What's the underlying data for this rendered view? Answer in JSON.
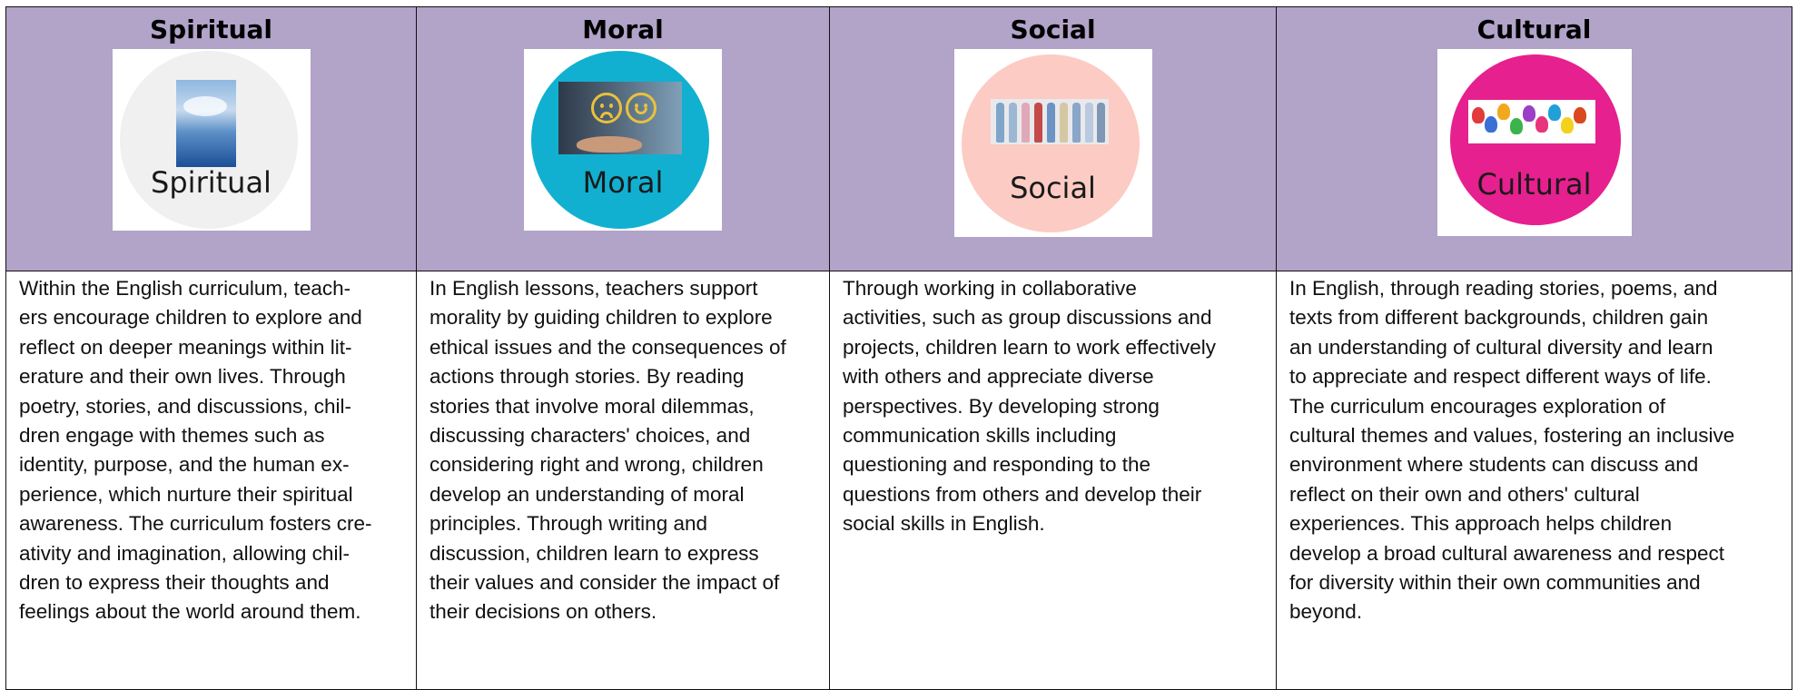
{
  "columns": [
    {
      "title": "Spiritual",
      "badge_label": "Spiritual",
      "badge_color": "#f0f0f0",
      "icon": "sky-clouds-icon",
      "text": "Within the English curriculum, teach-\ners encourage children to explore and\nreflect on deeper meanings within lit-\nerature and their own lives. Through\npoetry, stories, and discussions, chil-\ndren engage with themes such as\nidentity, purpose, and the human ex-\nperience, which nurture their spiritual\nawareness. The curriculum fosters cre-\nativity and imagination, allowing chil-\ndren to express their thoughts and\nfeelings about the world around them."
    },
    {
      "title": "Moral",
      "badge_label": "Moral",
      "badge_color": "#12b0d0",
      "icon": "sad-happy-faces-icon",
      "text": "In English lessons, teachers support\nmorality by guiding children to explore\nethical issues and the consequences of\nactions through stories. By reading\nstories that involve moral dilemmas,\ndiscussing characters' choices, and\nconsidering right and wrong, children\ndevelop an understanding of moral\nprinciples. Through writing and\ndiscussion, children learn to express\ntheir values and consider the impact of\ntheir decisions on others."
    },
    {
      "title": "Social",
      "badge_label": "Social",
      "badge_color": "#fccbc4",
      "icon": "group-of-people-icon",
      "text": "Through working in collaborative\nactivities, such as group discussions and\nprojects, children learn to work effectively\nwith others and appreciate diverse\nperspectives. By developing strong\ncommunication skills including\nquestioning and responding to the\nquestions from others and develop their\nsocial skills in English."
    },
    {
      "title": "Cultural",
      "badge_label": "Cultural",
      "badge_color": "#e6208e",
      "icon": "painted-hands-icon",
      "text": "In English, through reading stories, poems, and\ntexts from different backgrounds, children gain\nan understanding of cultural diversity and learn\nto appreciate and respect different ways of life.\nThe curriculum encourages exploration of\ncultural themes and values, fostering an inclusive\nenvironment where students can discuss and\nreflect on their own and others' cultural\nexperiences. This approach helps children\ndevelop a broad cultural awareness and respect\nfor diversity within their own communities and\nbeyond."
    }
  ],
  "colors": {
    "header_background": "#b2a3c9",
    "border": "#111111"
  }
}
